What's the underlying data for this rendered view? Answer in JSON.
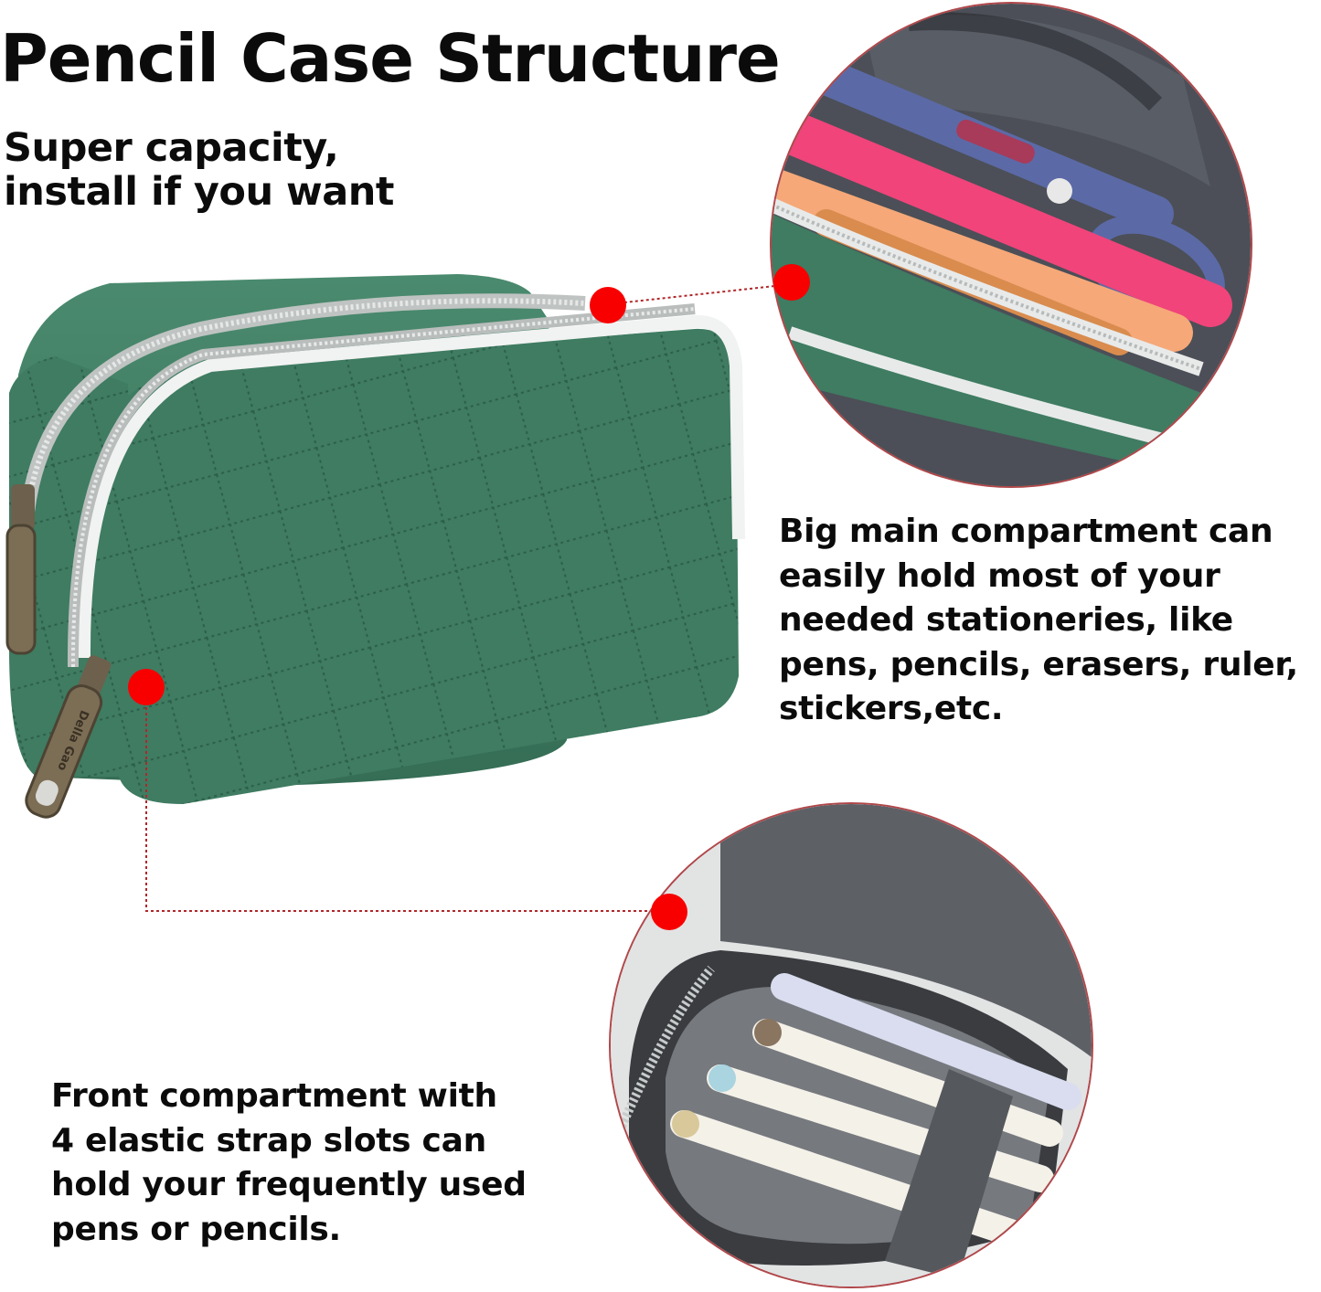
{
  "header": {
    "title": "Pencil Case Structure",
    "subtitle_lines": [
      "Super capacity,",
      "install if you want"
    ]
  },
  "callouts": {
    "main_compartment": {
      "lines": [
        "Big main compartment can",
        "easily hold most of your",
        "needed stationeries, like",
        "pens, pencils, erasers, ruler,",
        "stickers,etc."
      ]
    },
    "front_compartment": {
      "lines": [
        "Front compartment with",
        "4 elastic strap slots can",
        "hold your frequently used",
        "pens or pencils."
      ]
    }
  },
  "product": {
    "zipper_pull_text": "Della Gao",
    "case_color": "#3f7c62"
  },
  "colors": {
    "marker_dot": "#f80000",
    "leader_line": "#b0272a",
    "circle_border": "#b0474a"
  }
}
